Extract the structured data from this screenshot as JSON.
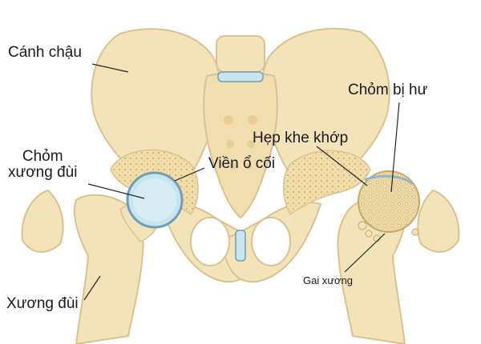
{
  "diagram": {
    "labels": {
      "iliac_wing": "Cánh chậu",
      "femoral_head": [
        "Chỏm",
        "xương đùi"
      ],
      "acetabular_rim": "Viền ổ cối",
      "narrowed_joint_space": "Hẹp khe khớp",
      "damaged_head": "Chỏm bị hư",
      "bone_spur": "Gai xương",
      "femur": "Xương đùi"
    },
    "colors": {
      "bone": "#f3e3b8",
      "bone_outline": "#d9c28f",
      "cartilage": "#c9e4ef",
      "cartilage_edge": "#6f9fb5",
      "porous_bone": "#e9d49d"
    }
  }
}
